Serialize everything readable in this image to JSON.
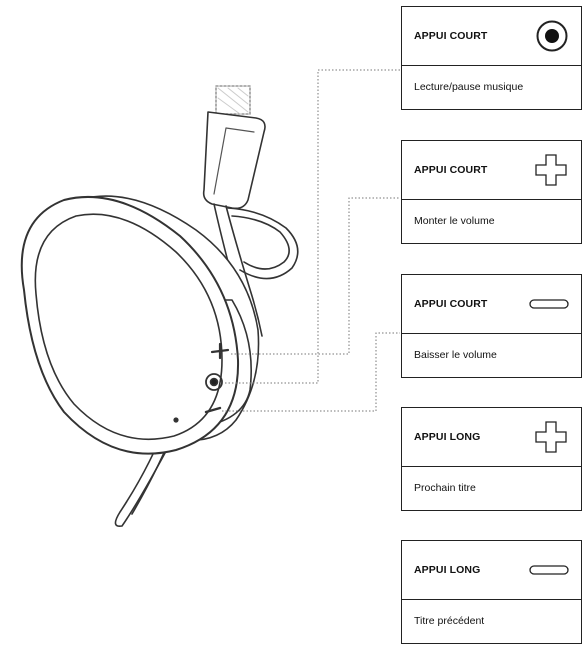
{
  "cards": [
    {
      "action": "APPUI COURT",
      "function": "Lecture/pause musique",
      "icon": "play-pause-circle-icon"
    },
    {
      "action": "APPUI COURT",
      "function": "Monter le volume",
      "icon": "plus-icon"
    },
    {
      "action": "APPUI COURT",
      "function": "Baisser le volume",
      "icon": "minus-icon"
    },
    {
      "action": "APPUI LONG",
      "function": "Prochain titre",
      "icon": "plus-icon"
    },
    {
      "action": "APPUI LONG",
      "function": "Titre précédent",
      "icon": "minus-icon"
    }
  ]
}
